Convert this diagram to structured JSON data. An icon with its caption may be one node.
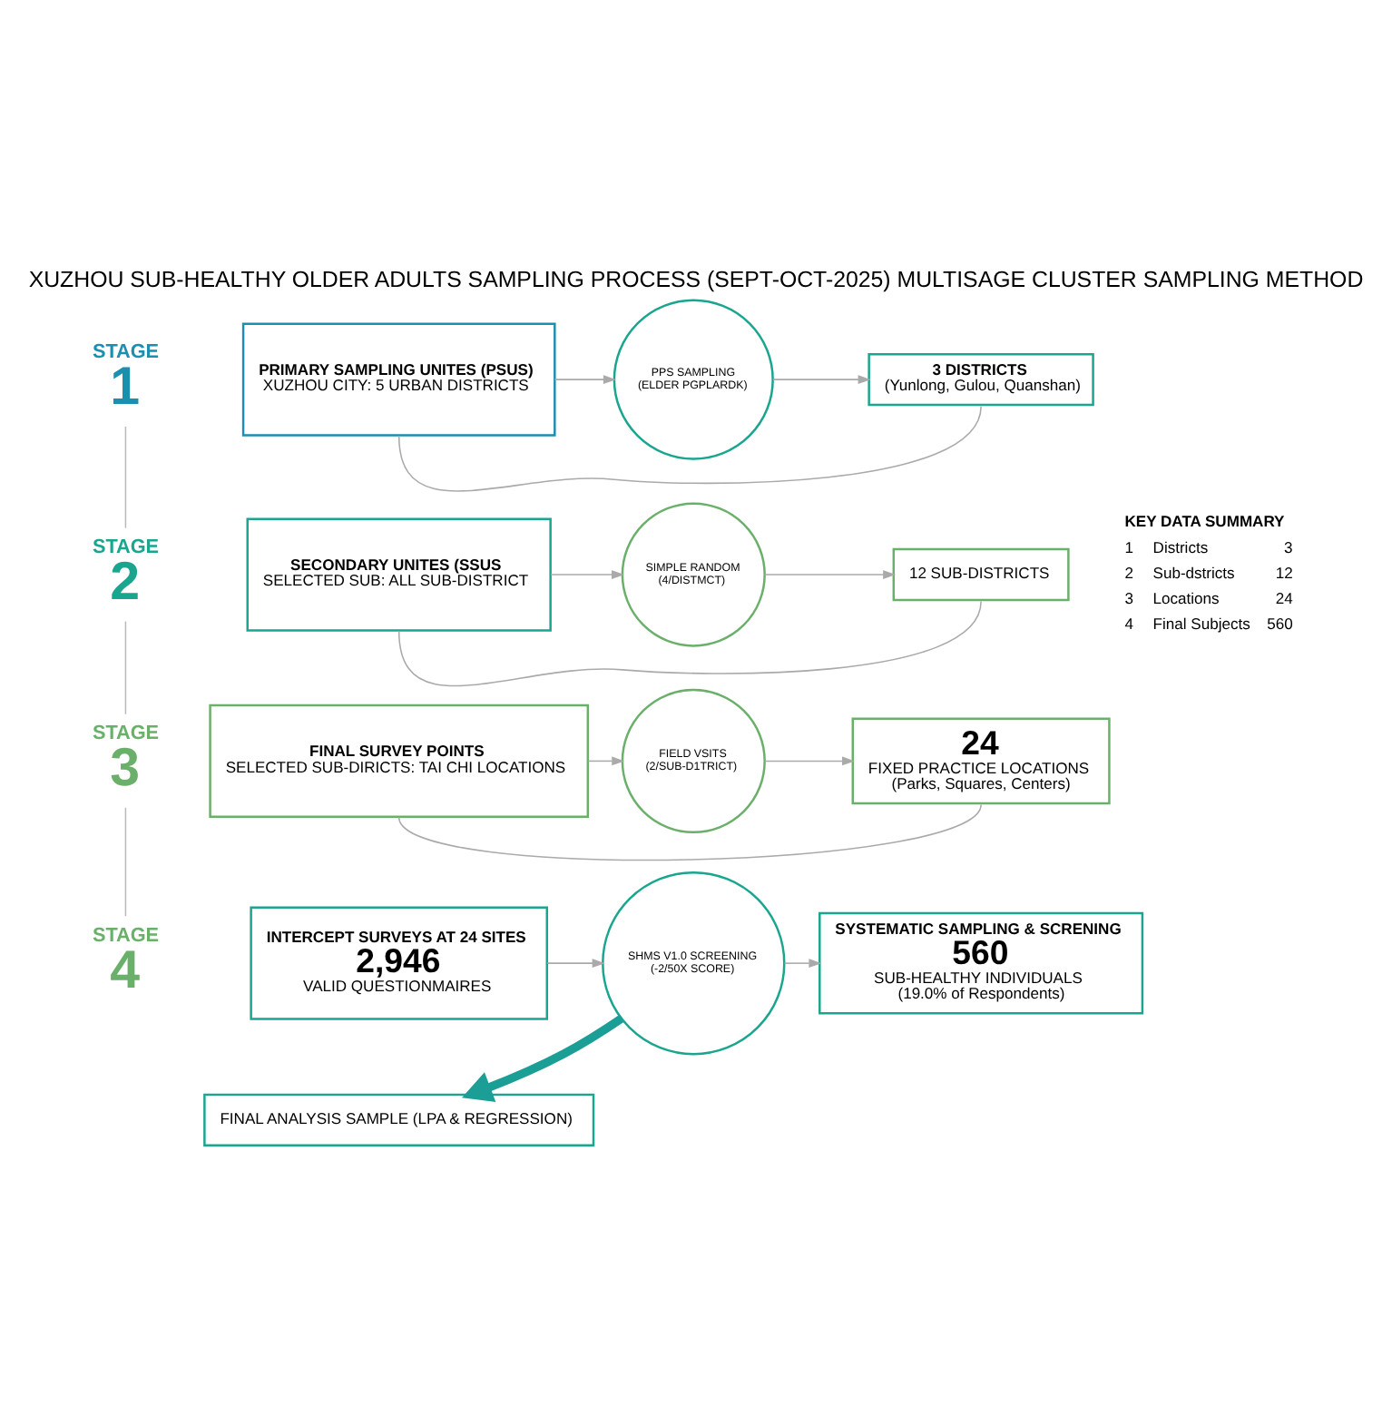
{
  "diagram": {
    "title": "XUZHOU SUB-HEALTHY OLDER ADULTS SAMPLING PROCESS (SEPT-OCT-2025) MULTISAGE CLUSTER SAMPLING METHOD",
    "nodes": [
      {
        "text": [
          "PRIMARY SAMPLING UNITES (PSUS)",
          "XUZHOU CITY: 5 URBAN DISTRICTS"
        ]
      },
      {
        "text": [
          "PPS SAMPLING",
          "(ELDER PGPLARDK)"
        ]
      },
      {
        "text": [
          "3 DISTRICTS",
          "(Yunlong, Gulou, Quanshan)"
        ]
      },
      {
        "text": [
          "SECONDARY UNITES (SSUS",
          "SELECTED SUB: ALL SUB-DISTRICT"
        ]
      },
      {
        "text": [
          "SIMPLE RANDOM",
          "(4/DISTMCT)"
        ]
      },
      {
        "text": [
          "12 SUB-DISTRICTS"
        ]
      },
      {
        "text": [
          "FINAL SURVEY POINTS",
          "SELECTED SUB-DIRICTS: TAI CHI LOCATIONS"
        ]
      },
      {
        "text": [
          "FIELD VSITS",
          "(2/SUB-D1TRICT)"
        ]
      },
      {
        "text": [
          "24",
          "FIXED PRACTICE LOCATIONS",
          "(Parks, Squares, Centers)"
        ]
      },
      {
        "text": [
          "INTERCEPT SURVEYS AT 24 SITES",
          "2,946",
          "VALID QUESTIONMAIRES"
        ]
      },
      {
        "text": [
          "SHMS V1.0 SCREENING",
          "(-2/50X SCORE)"
        ]
      },
      {
        "text": [
          "SYSTEMATIC SAMPLING & SCRENING",
          "560",
          "SUB-HEALTHY INDIVIDUALS",
          "(19.0% of Respondents)"
        ]
      },
      {
        "text": [
          "FINAL ANALYSIS SAMPLE (LPA & REGRESSION)"
        ]
      }
    ],
    "edges": [
      {
        "from": 0,
        "to": 1,
        "arrow": "to"
      },
      {
        "from": 1,
        "to": 2,
        "arrow": "to"
      },
      {
        "from": 0,
        "to": 2,
        "arrow": "none"
      },
      {
        "from": 3,
        "to": 4,
        "arrow": "to"
      },
      {
        "from": 4,
        "to": 5,
        "arrow": "to"
      },
      {
        "from": 3,
        "to": 5,
        "arrow": "none"
      },
      {
        "from": 6,
        "to": 7,
        "arrow": "to"
      },
      {
        "from": 7,
        "to": 8,
        "arrow": "to"
      },
      {
        "from": 6,
        "to": 8,
        "arrow": "none"
      },
      {
        "from": 9,
        "to": 10,
        "arrow": "to"
      },
      {
        "from": 10,
        "to": 11,
        "arrow": "to"
      },
      {
        "from": 10,
        "to": 12,
        "arrow": "to",
        "style": "thick",
        "color": "#1a9e96"
      }
    ],
    "labels": [
      "STAGE",
      "1",
      "STAGE",
      "2",
      "STAGE",
      "3",
      "STAGE",
      "4",
      "KEY DATA SUMMARY",
      "1",
      "Districts",
      "3",
      "2",
      "Sub-dstricts",
      "12",
      "3",
      "Locations",
      "24",
      "4",
      "Final Subjects",
      "560"
    ]
  }
}
